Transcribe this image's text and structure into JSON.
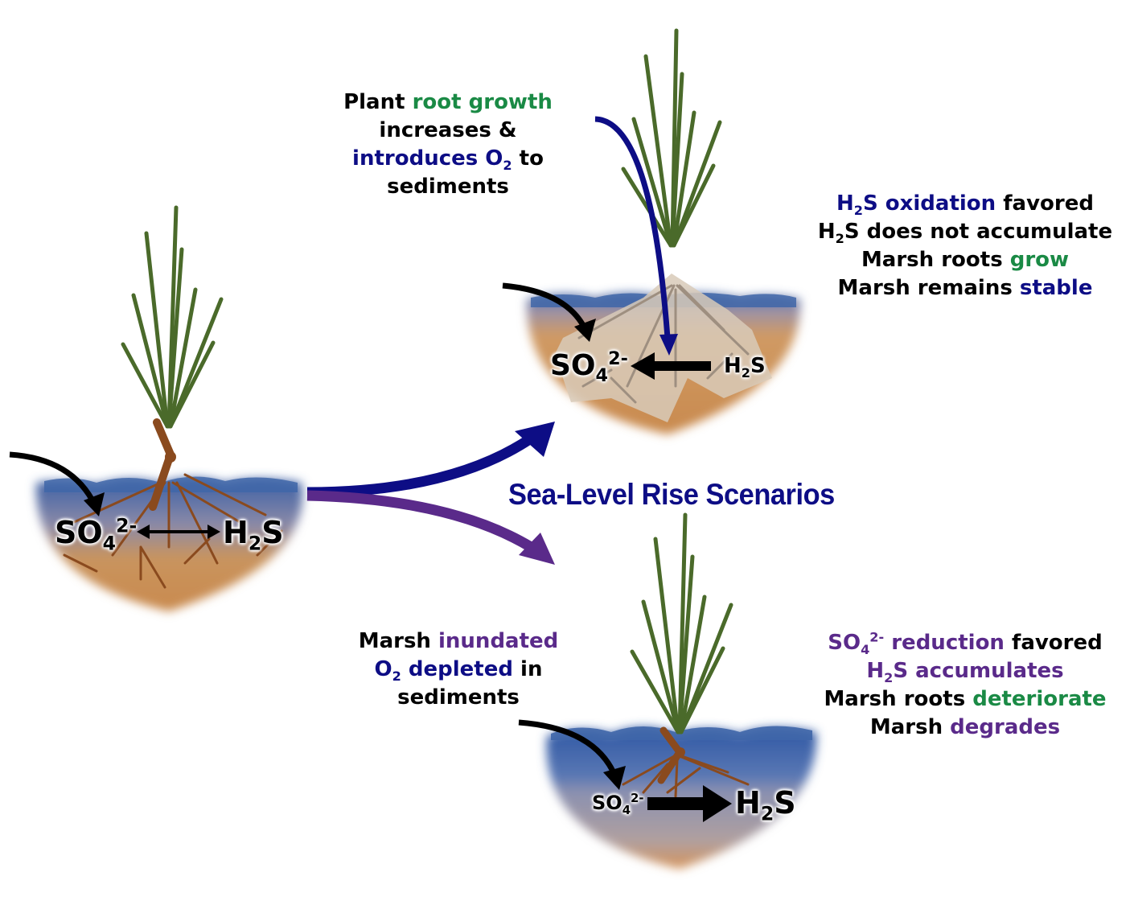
{
  "title": "Sea-Level Rise Scenarios",
  "colors": {
    "dark_blue": "#0d0d85",
    "green": "#1a8a45",
    "purple": "#5a2a8a",
    "soil_brown": "#c98a4e",
    "water_blue": "#3f66a8",
    "root_brown": "#8a4a1e",
    "leaf_green": "#4a6a2a"
  },
  "initial_state": {
    "reactant": "SO",
    "reactant_sub": "4",
    "reactant_sup": "2-",
    "product": "H",
    "product_sub": "2",
    "product_tail": "S",
    "arrow": "double-headed"
  },
  "top_scenario": {
    "left_label": {
      "line1_a": "Plant ",
      "line1_b": "root growth",
      "line2": "increases &",
      "line3_a": "introduces O",
      "line3_sub": "2",
      "line3_b": " to",
      "line4": "sediments"
    },
    "right_label": {
      "line1_a": "H",
      "line1_sub": "2",
      "line1_b": "S oxidation",
      "line1_c": " favored",
      "line2_a": "H",
      "line2_sub": "2",
      "line2_b": "S does not accumulate",
      "line3_a": "Marsh roots ",
      "line3_b": "grow",
      "line4_a": "Marsh remains ",
      "line4_b": "stable"
    },
    "reactant": "SO",
    "reactant_sub": "4",
    "reactant_sup": "2-",
    "product": "H",
    "product_sub": "2",
    "product_tail": "S",
    "arrow": "leftward (H2S to SO4)"
  },
  "bottom_scenario": {
    "left_label": {
      "line1_a": "Marsh ",
      "line1_b": "inundated",
      "line2_a": "O",
      "line2_sub": "2",
      "line2_b": " depleted",
      "line2_c": " in",
      "line3": "sediments"
    },
    "right_label": {
      "line1_a": "SO",
      "line1_sub": "4",
      "line1_sup": "2-",
      "line1_b": " reduction",
      "line1_c": " favored",
      "line2_a": "H",
      "line2_sub": "2",
      "line2_b": "S accumulates",
      "line3_a": "Marsh roots ",
      "line3_b": "deteriorate",
      "line4_a": "Marsh ",
      "line4_b": "degrades"
    },
    "reactant": "SO",
    "reactant_sub": "4",
    "reactant_sup": "2-",
    "product": "H",
    "product_sub": "2",
    "product_tail": "S",
    "arrow": "rightward (SO4 to H2S)"
  }
}
